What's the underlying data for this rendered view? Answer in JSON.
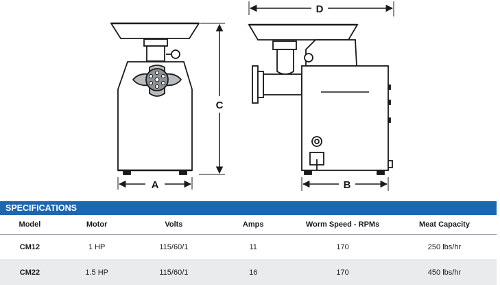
{
  "diagram": {
    "dimension_labels": {
      "a": "A",
      "b": "B",
      "c": "C",
      "d": "D"
    },
    "stroke_color": "#1a1a1a",
    "fill_color": "#ffffff"
  },
  "specs": {
    "title": "SPECIFICATIONS",
    "header_color": "#1d66b0",
    "columns": [
      "Model",
      "Motor",
      "Volts",
      "Amps",
      "Worm Speed - RPMs",
      "Meat Capacity"
    ],
    "rows": [
      {
        "model": "CM12",
        "motor": "1 HP",
        "volts": "115/60/1",
        "amps": "11",
        "worm_speed": "170",
        "capacity": "250 lbs/hr"
      },
      {
        "model": "CM22",
        "motor": "1.5 HP",
        "volts": "115/60/1",
        "amps": "16",
        "worm_speed": "170",
        "capacity": "450 lbs/hr"
      }
    ]
  }
}
